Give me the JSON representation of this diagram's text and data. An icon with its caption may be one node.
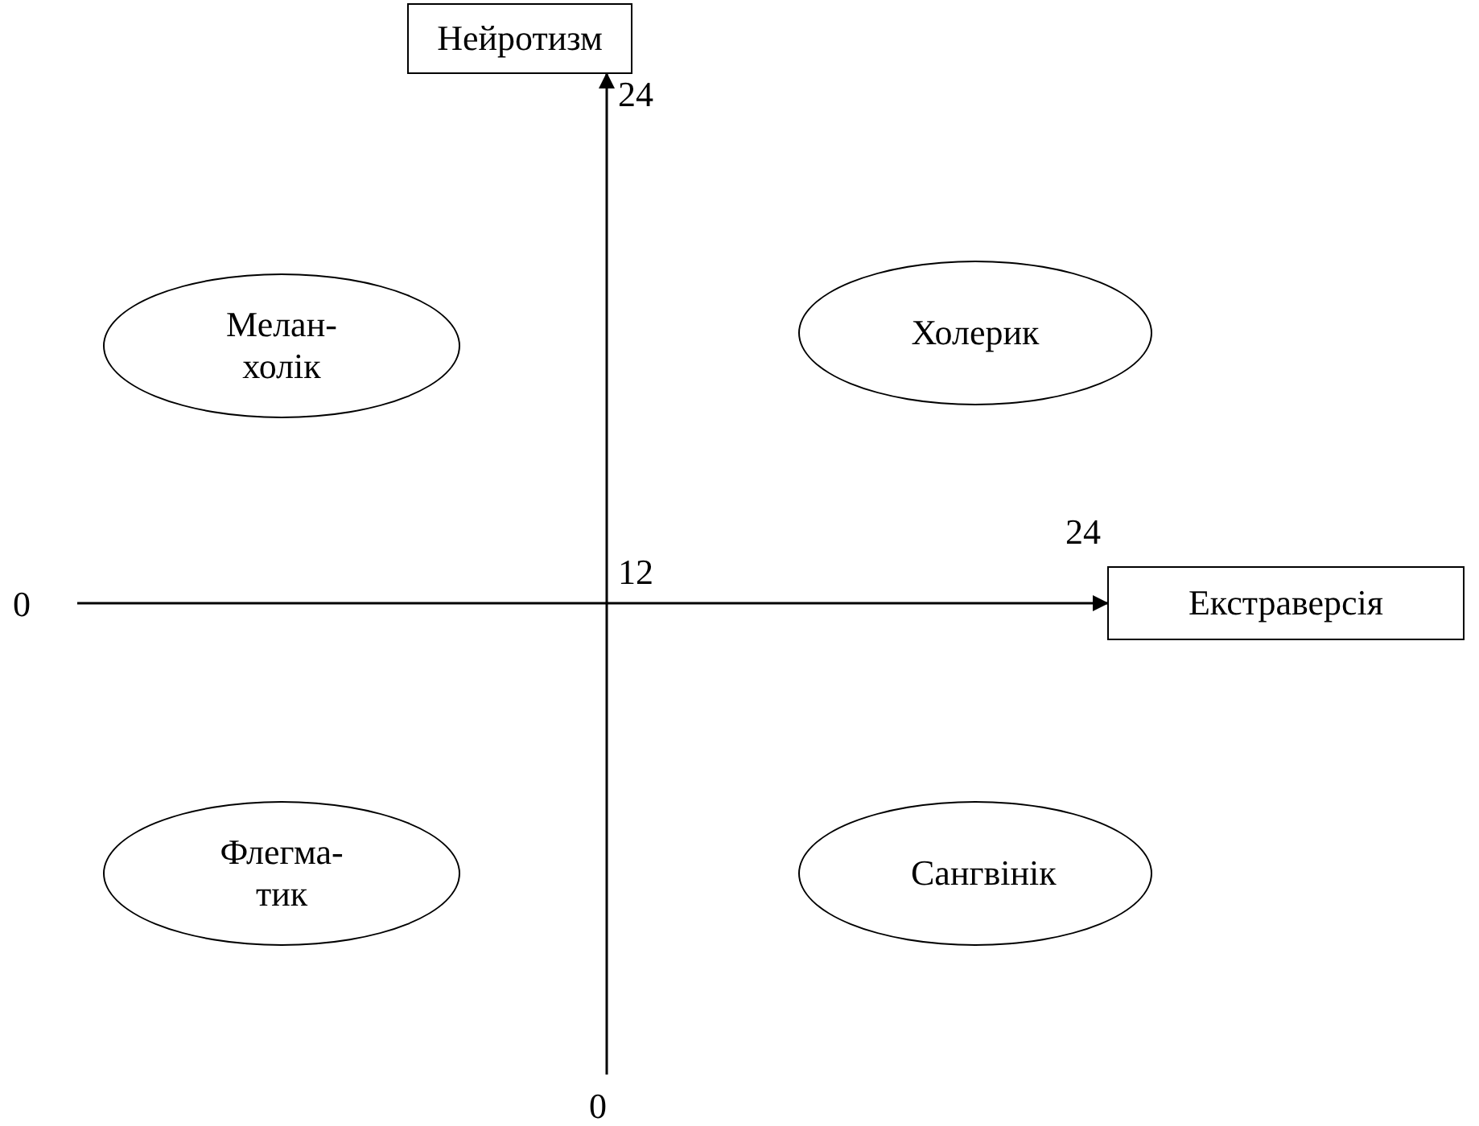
{
  "diagram": {
    "nodes": [
      {
        "text": [
          "Нейротизм"
        ]
      },
      {
        "text": [
          "Мелан- холік"
        ]
      },
      {
        "text": [
          "Холерик"
        ]
      },
      {
        "text": [
          "Екстраверсія"
        ]
      },
      {
        "text": [
          "Флегма- тик"
        ]
      },
      {
        "text": [
          "Сангвінік"
        ]
      }
    ],
    "edges": [
      {
        "from": null,
        "to": 0,
        "arrow": "to"
      },
      {
        "from": null,
        "to": 3,
        "arrow": "to"
      }
    ],
    "labels": [
      "24",
      "24",
      "0",
      "12",
      "0"
    ]
  }
}
